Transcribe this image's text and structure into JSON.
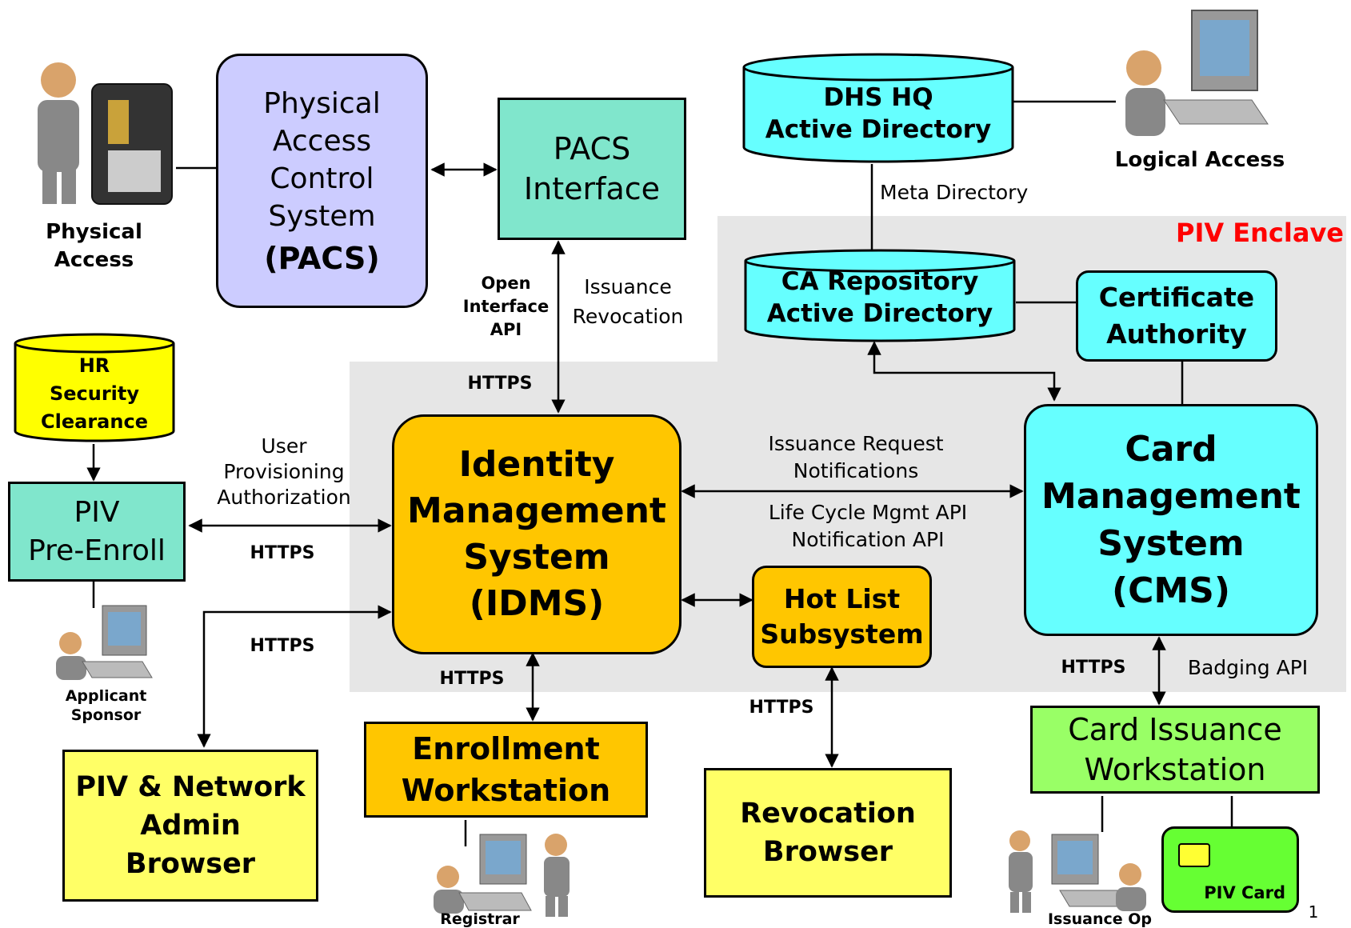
{
  "title_fragment": "",
  "colors": {
    "pacs": "#ccccff",
    "teal": "#80e6cc",
    "idms": "#ffc600",
    "cyan": "#66ffff",
    "yellow": "#ffff66",
    "hr": "#ffff00",
    "green": "#99ff66",
    "card": "#66ff33",
    "enclave_label": "#ff0000",
    "enclave_bg": "#e6e6e6"
  },
  "nodes": {
    "pacs": {
      "line1": "Physical",
      "line2": "Access",
      "line3": "Control",
      "line4": "System",
      "line5": "(PACS)"
    },
    "pacs_interface": {
      "line1": "PACS",
      "line2": "Interface"
    },
    "dhs_hq": {
      "line1": "DHS HQ",
      "line2": "Active Directory"
    },
    "ca_repo": {
      "line1": "CA Repository",
      "line2": "Active Directory"
    },
    "cert_auth": {
      "line1": "Certificate",
      "line2": "Authority"
    },
    "hr": {
      "line1": "HR",
      "line2": "Security",
      "line3": "Clearance"
    },
    "piv_preenroll": {
      "line1": "PIV",
      "line2": "Pre-Enroll"
    },
    "idms": {
      "line1": "Identity",
      "line2": "Management",
      "line3": "System",
      "line4": "(IDMS)"
    },
    "hotlist": {
      "line1": "Hot List",
      "line2": "Subsystem"
    },
    "cms": {
      "line1": "Card",
      "line2": "Management",
      "line3": "System",
      "line4": "(CMS)"
    },
    "enroll_ws": {
      "line1": "Enrollment",
      "line2": "Workstation"
    },
    "revocation": {
      "line1": "Revocation",
      "line2": "Browser"
    },
    "admin_browser": {
      "line1": "PIV & Network",
      "line2": "Admin",
      "line3": "Browser"
    },
    "card_issuance": {
      "line1": "Card Issuance",
      "line2": "Workstation"
    },
    "piv_card": {
      "label": "PIV Card"
    }
  },
  "actors": {
    "physical_access": {
      "line1": "Physical",
      "line2": "Access"
    },
    "logical_access": "Logical Access",
    "applicant": {
      "line1": "Applicant",
      "line2": "Sponsor"
    },
    "registrar": "Registrar",
    "issuance_op": "Issuance Op"
  },
  "labels": {
    "piv_enclave": "PIV Enclave",
    "meta_directory": "Meta Directory",
    "open_api": {
      "line1": "Open",
      "line2": "Interface",
      "line3": "API"
    },
    "issuance_revocation": {
      "line1": "Issuance",
      "line2": "Revocation"
    },
    "https": "HTTPS",
    "user_prov": {
      "line1": "User",
      "line2": "Provisioning",
      "line3": "Authorization"
    },
    "issuance_request": {
      "line1": "Issuance Request",
      "line2": "Notifications"
    },
    "lifecycle": {
      "line1": "Life Cycle Mgmt API",
      "line2": "Notification API"
    },
    "badging_api": "Badging API",
    "page_number": "1"
  }
}
